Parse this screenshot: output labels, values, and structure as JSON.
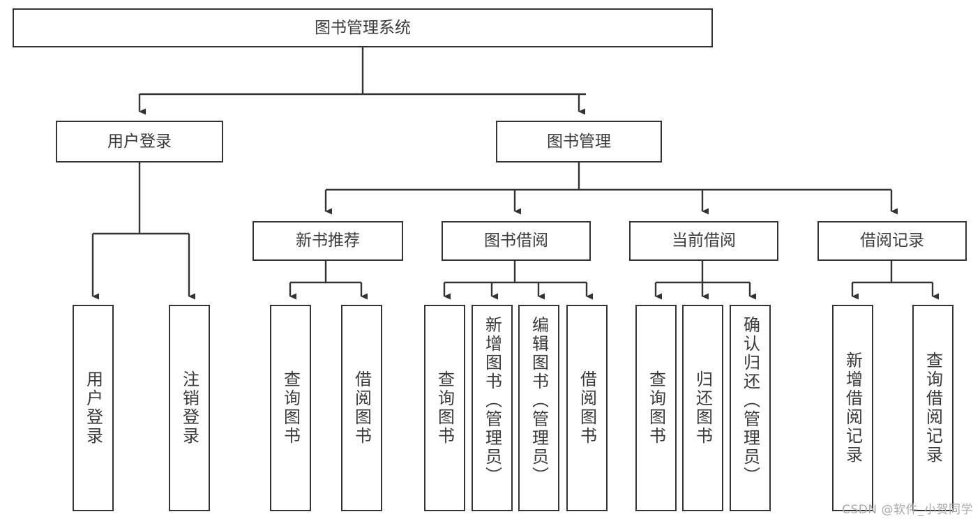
{
  "diagram": {
    "title": "图书管理系统",
    "type": "tree-structure-chart",
    "root": {
      "id": "root",
      "label": "图书管理系统"
    },
    "level2": [
      {
        "id": "user-login",
        "label": "用户登录"
      },
      {
        "id": "book-manage",
        "label": "图书管理"
      }
    ],
    "level3": [
      {
        "id": "new-book-rec",
        "label": "新书推荐",
        "parent": "book-manage"
      },
      {
        "id": "book-borrow",
        "label": "图书借阅",
        "parent": "book-manage"
      },
      {
        "id": "current-borrow",
        "label": "当前借阅",
        "parent": "book-manage"
      },
      {
        "id": "borrow-record",
        "label": "借阅记录",
        "parent": "book-manage"
      }
    ],
    "leaves": {
      "user_login": [
        {
          "id": "leaf-user-login",
          "label": "用户登录"
        },
        {
          "id": "leaf-logout-login",
          "label": "注销登录"
        }
      ],
      "new_book_rec": [
        {
          "id": "leaf-query-book-1",
          "label": "查询图书"
        },
        {
          "id": "leaf-borrow-book-1",
          "label": "借阅图书"
        }
      ],
      "book_borrow": [
        {
          "id": "leaf-query-book-2",
          "label": "查询图书"
        },
        {
          "id": "leaf-add-book",
          "label": "新增图书（管理员）"
        },
        {
          "id": "leaf-edit-book",
          "label": "编辑图书（管理员）"
        },
        {
          "id": "leaf-borrow-book-2",
          "label": "借阅图书"
        }
      ],
      "current_borrow": [
        {
          "id": "leaf-query-book-3",
          "label": "查询图书"
        },
        {
          "id": "leaf-return-book",
          "label": "归还图书"
        },
        {
          "id": "leaf-confirm-return",
          "label": "确认归还（管理员）"
        }
      ],
      "borrow_record": [
        {
          "id": "leaf-add-record",
          "label": "新增借阅记录"
        },
        {
          "id": "leaf-query-record",
          "label": "查询借阅记录"
        }
      ]
    }
  },
  "watermark": {
    "text": "CSDN @软件_小贺同学"
  },
  "colors": {
    "box_border": "#333333",
    "box_fill": "#ffffff",
    "text": "#3a3a3a",
    "edge": "#333333",
    "watermark": "#a9a9a9",
    "background": "#ffffff"
  }
}
